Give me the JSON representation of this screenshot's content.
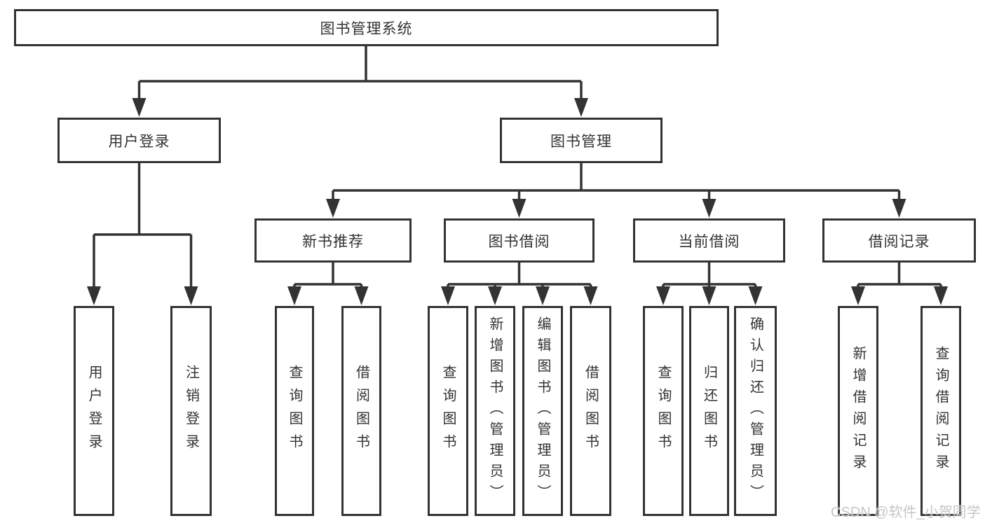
{
  "diagram": {
    "root": {
      "label": "图书管理系统"
    },
    "level2": [
      {
        "label": "用户登录"
      },
      {
        "label": "图书管理"
      }
    ],
    "level3": [
      {
        "label": "新书推荐"
      },
      {
        "label": "图书借阅"
      },
      {
        "label": "当前借阅"
      },
      {
        "label": "借阅记录"
      }
    ],
    "leaves": {
      "user_login": [
        {
          "label": "用户登录"
        },
        {
          "label": "注销登录"
        }
      ],
      "new_books": [
        {
          "label": "查询图书"
        },
        {
          "label": "借阅图书"
        }
      ],
      "book_borrow": [
        {
          "label": "查询图书"
        },
        {
          "label": "新增图书（管理员）"
        },
        {
          "label": "编辑图书（管理员）"
        },
        {
          "label": "借阅图书"
        }
      ],
      "current_borrow": [
        {
          "label": "查询图书"
        },
        {
          "label": "归还图书"
        },
        {
          "label": "确认归还（管理员）"
        }
      ],
      "borrow_records": [
        {
          "label": "新增借阅记录"
        },
        {
          "label": "查询借阅记录"
        }
      ]
    }
  },
  "watermark": {
    "text": "CSDN @软件_小贺同学"
  },
  "colors": {
    "line": "#333333",
    "text": "#333333",
    "watermark": "#c6c6c6",
    "background": "#ffffff"
  }
}
